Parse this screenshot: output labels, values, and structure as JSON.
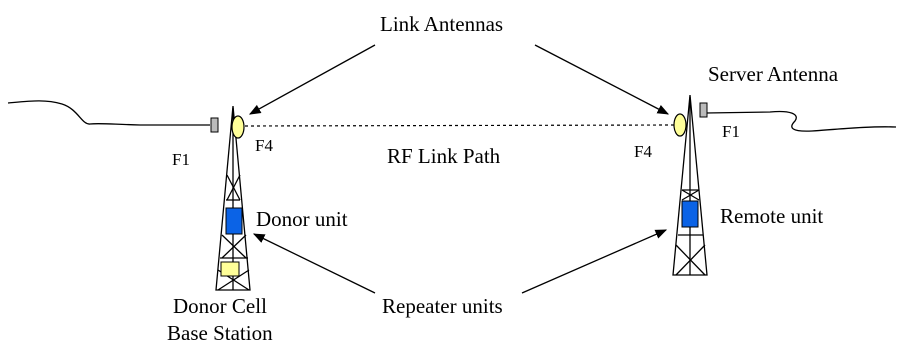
{
  "labels": {
    "link_antennas": "Link Antennas",
    "server_antenna": "Server Antenna",
    "rf_link_path": "RF Link Path",
    "f1_left": "F1",
    "f4_left": "F4",
    "f4_right": "F4",
    "f1_right": "F1",
    "donor_unit": "Donor unit",
    "remote_unit": "Remote unit",
    "repeater_units": "Repeater units",
    "donor_cell_line1": "Donor Cell",
    "donor_cell_line2": "Base Station"
  },
  "colors": {
    "unit_blue": "#0b63e6",
    "base_station_yellow": "#ffff99",
    "antenna_yellow": "#ffff99",
    "stroke": "#000000"
  }
}
